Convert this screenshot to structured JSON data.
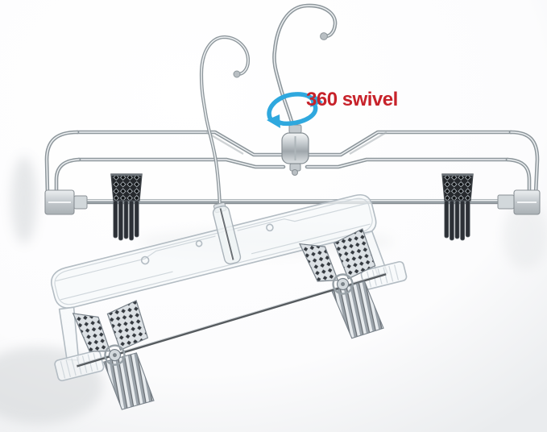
{
  "scene": {
    "background": "#ffffff",
    "objects": {
      "back_hanger": "chrome metal pants hanger with 360 swivel hook and two grip clips",
      "front_hanger": "clear plastic pants hanger with chrome swivel hook and two metal grip clips"
    },
    "annotation": {
      "label": "360 swivel",
      "label_color": "#c7222a",
      "arrow_color": "#2fa8de"
    }
  }
}
